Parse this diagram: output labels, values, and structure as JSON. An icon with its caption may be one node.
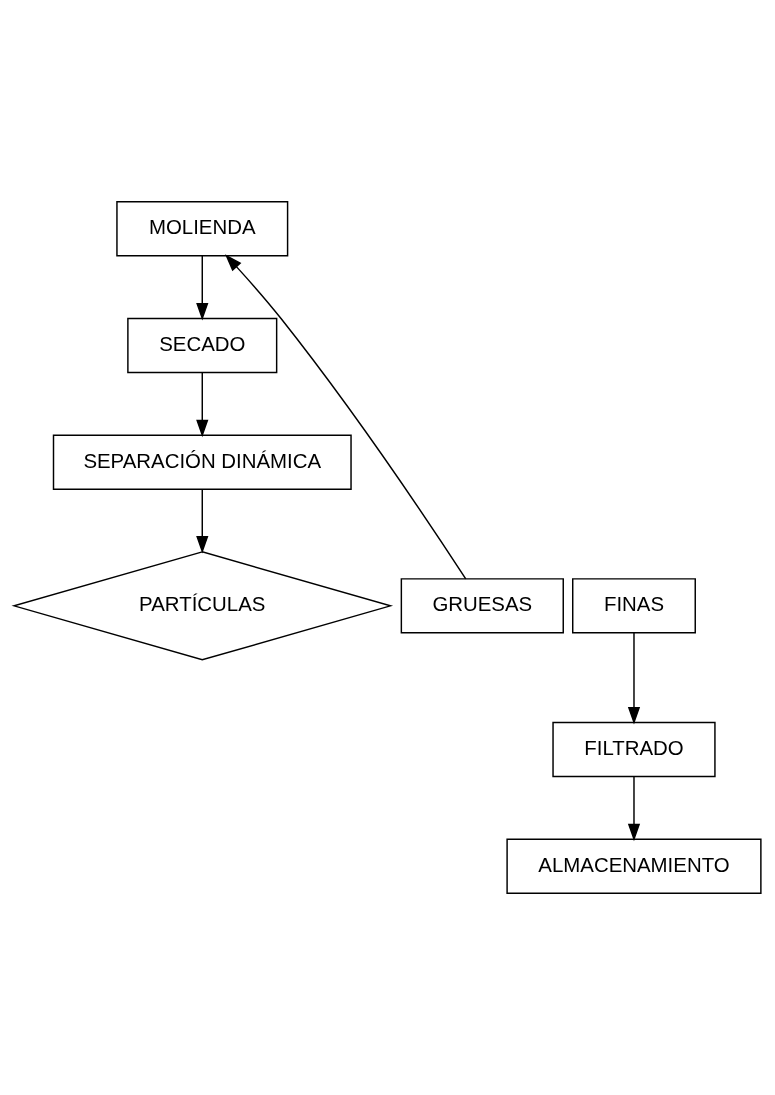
{
  "diagram": {
    "nodes": [
      {
        "text": [
          "MOLIENDA"
        ]
      },
      {
        "text": [
          "SECADO"
        ]
      },
      {
        "text": [
          "SEPARACIÓN DINÁMICA"
        ]
      },
      {
        "text": [
          "FINAS"
        ]
      },
      {
        "text": [
          "PARTÍCULAS"
        ]
      },
      {
        "text": [
          "GRUESAS"
        ]
      },
      {
        "text": [
          "FILTRADO"
        ]
      },
      {
        "text": [
          "ALMACENAMIENTO"
        ]
      }
    ],
    "edges": [
      {
        "from": 0,
        "to": 1,
        "arrow": "to"
      },
      {
        "from": 1,
        "to": 2,
        "arrow": "to"
      },
      {
        "from": 2,
        "to": 4,
        "arrow": "to"
      },
      {
        "from": 5,
        "to": 0,
        "arrow": "to"
      },
      {
        "from": 3,
        "to": 6,
        "arrow": "to"
      },
      {
        "from": 6,
        "to": 7,
        "arrow": "to"
      }
    ]
  }
}
